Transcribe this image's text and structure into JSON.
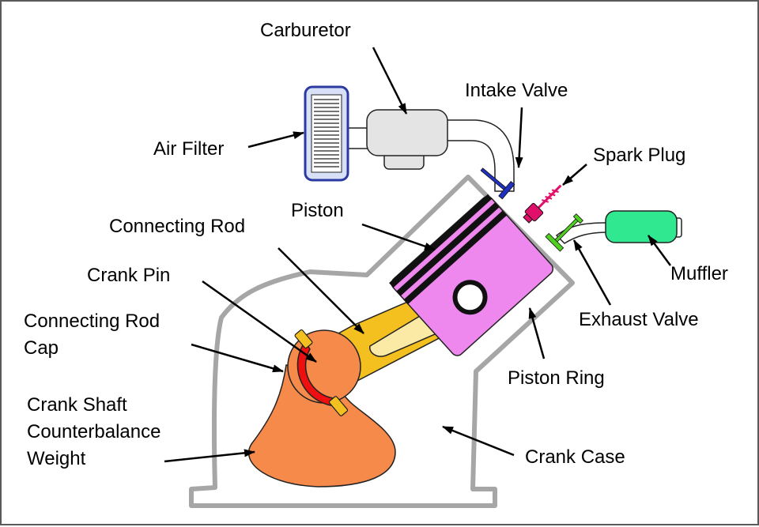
{
  "labels": {
    "carburetor": "Carburetor",
    "intake_valve": "Intake Valve",
    "air_filter": "Air Filter",
    "spark_plug": "Spark Plug",
    "piston": "Piston",
    "connecting_rod": "Connecting Rod",
    "muffler": "Muffler",
    "crank_pin": "Crank Pin",
    "exhaust_valve": "Exhaust Valve",
    "connecting_rod_cap_line1": "Connecting Rod",
    "connecting_rod_cap_line2": "Cap",
    "piston_ring": "Piston Ring",
    "crank_shaft_line1": "Crank Shaft",
    "crank_shaft_line2": "Counterbalance",
    "crank_shaft_line3": "Weight",
    "crank_case": "Crank Case"
  },
  "colors": {
    "outline": "#000000",
    "case": "#a6a6a6",
    "air_filter": "#d8e0f8",
    "air_filter_border": "#2a3aa0",
    "carburetor": "#e4e4e4",
    "piston": "#ee88ee",
    "connecting_rod": "#f4c020",
    "crank": "#f58a4a",
    "cap": "#ee1010",
    "intake_valve": "#2030c0",
    "spark_plug": "#e0106a",
    "exhaust_valve": "#50d020",
    "muffler": "#30e890"
  }
}
